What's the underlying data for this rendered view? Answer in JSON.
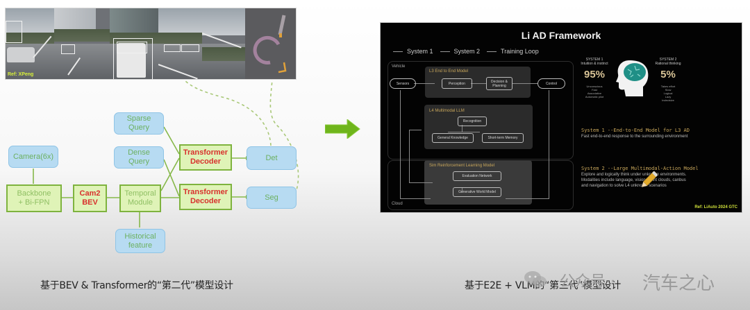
{
  "left_panel": {
    "camera_strip": {
      "ref_label": "Ref: XPeng"
    },
    "nodes": {
      "camera": "Camera(6x)",
      "backbone": "Backbone\n+ Bi-FPN",
      "cam2bev": "Cam2\nBEV",
      "temporal": "Temporal\nModule",
      "historical": "Historical\nfeature",
      "sparse_query": "Sparse\nQuery",
      "dense_query": "Dense\nQuery",
      "decoder_top": "Transformer\nDecoder",
      "decoder_bottom": "Transformer\nDecoder",
      "det": "Det",
      "seg": "Seg"
    },
    "caption": "基于BEV & Transformer的“第二代”模型设计"
  },
  "right_panel": {
    "slide": {
      "title": "Li AD Framework",
      "legend": [
        "System 1",
        "System 2",
        "Training Loop"
      ],
      "zones": {
        "vehicle": "Vehicle",
        "cloud": "Cloud"
      },
      "l3": {
        "title": "L3  End to End Model",
        "sensors": "Sensors",
        "perception": "Perception",
        "decision": "Decision &\nPlanning",
        "control": "Control"
      },
      "l4": {
        "title": "L4  Multimodal LLM",
        "recognition": "Recognition",
        "general_knowledge": "General Knowledge",
        "short_term_memory": "Short-term Memory"
      },
      "sim": {
        "title": "Sim  Reinforcement Learning Model",
        "evaluation": "Evaluation Network",
        "world_model": "Generative World Model"
      },
      "system1": {
        "heading": "SYSTEM 1\nIntuition & instinct",
        "percent": "95%",
        "traits": "Unconscious\nFast\nAssociative\nAutomatic pilot"
      },
      "system2": {
        "heading": "SYSTEM 2\nRational thinking",
        "percent": "5%",
        "traits": "Takes effort\nSlow\nLogical\nLazy\nIndecisive"
      },
      "desc1_title": "System 1 --End-to-End Model for L3 AD",
      "desc1_body": "Fast end-to-end response to the surrounding environment",
      "desc2_title": "System 2 --Large Multimodal-Action Model",
      "desc2_body": "Explore and logically think under unknown environments.\nModalities include language, vision, point clouds, canbus\nand navigation to solve L4 unknown scenarios",
      "ref": "Ref: LiAuto 2024 GTC"
    },
    "caption": "基于E2E + VLM的“第三代”模型设计"
  },
  "watermark": {
    "account_label": "公众号 ·",
    "account_name": "汽车之心"
  },
  "colors": {
    "arrow": "#6fb51c",
    "node_blue": "#b7dbf2",
    "node_green": "#dff3b7",
    "node_red_text": "#d8312d",
    "slide_bg": "#030303",
    "accent_gold": "#c9a75b",
    "brain_teal": "#1f8f86"
  }
}
